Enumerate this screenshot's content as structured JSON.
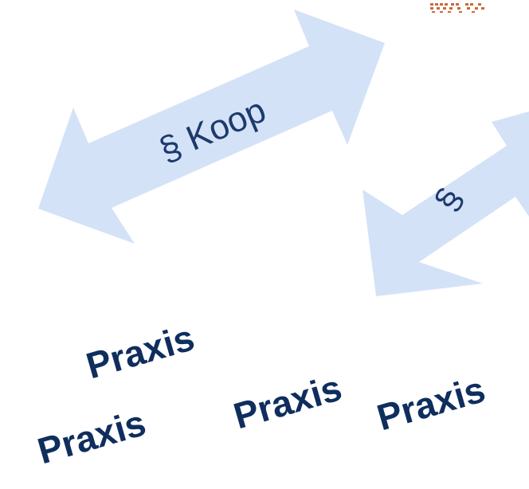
{
  "arrows": [
    {
      "label": "§ Koop"
    },
    {
      "label": "§"
    }
  ],
  "praxis_labels": [
    "Praxis",
    "Praxis",
    "Praxis",
    "Praxis"
  ],
  "colors": {
    "arrow_fill": "#d4e2f8",
    "label_text": "#1d3a6c",
    "praxis_text": "#0f2e5e",
    "logo_accent": "#c96a3a"
  }
}
